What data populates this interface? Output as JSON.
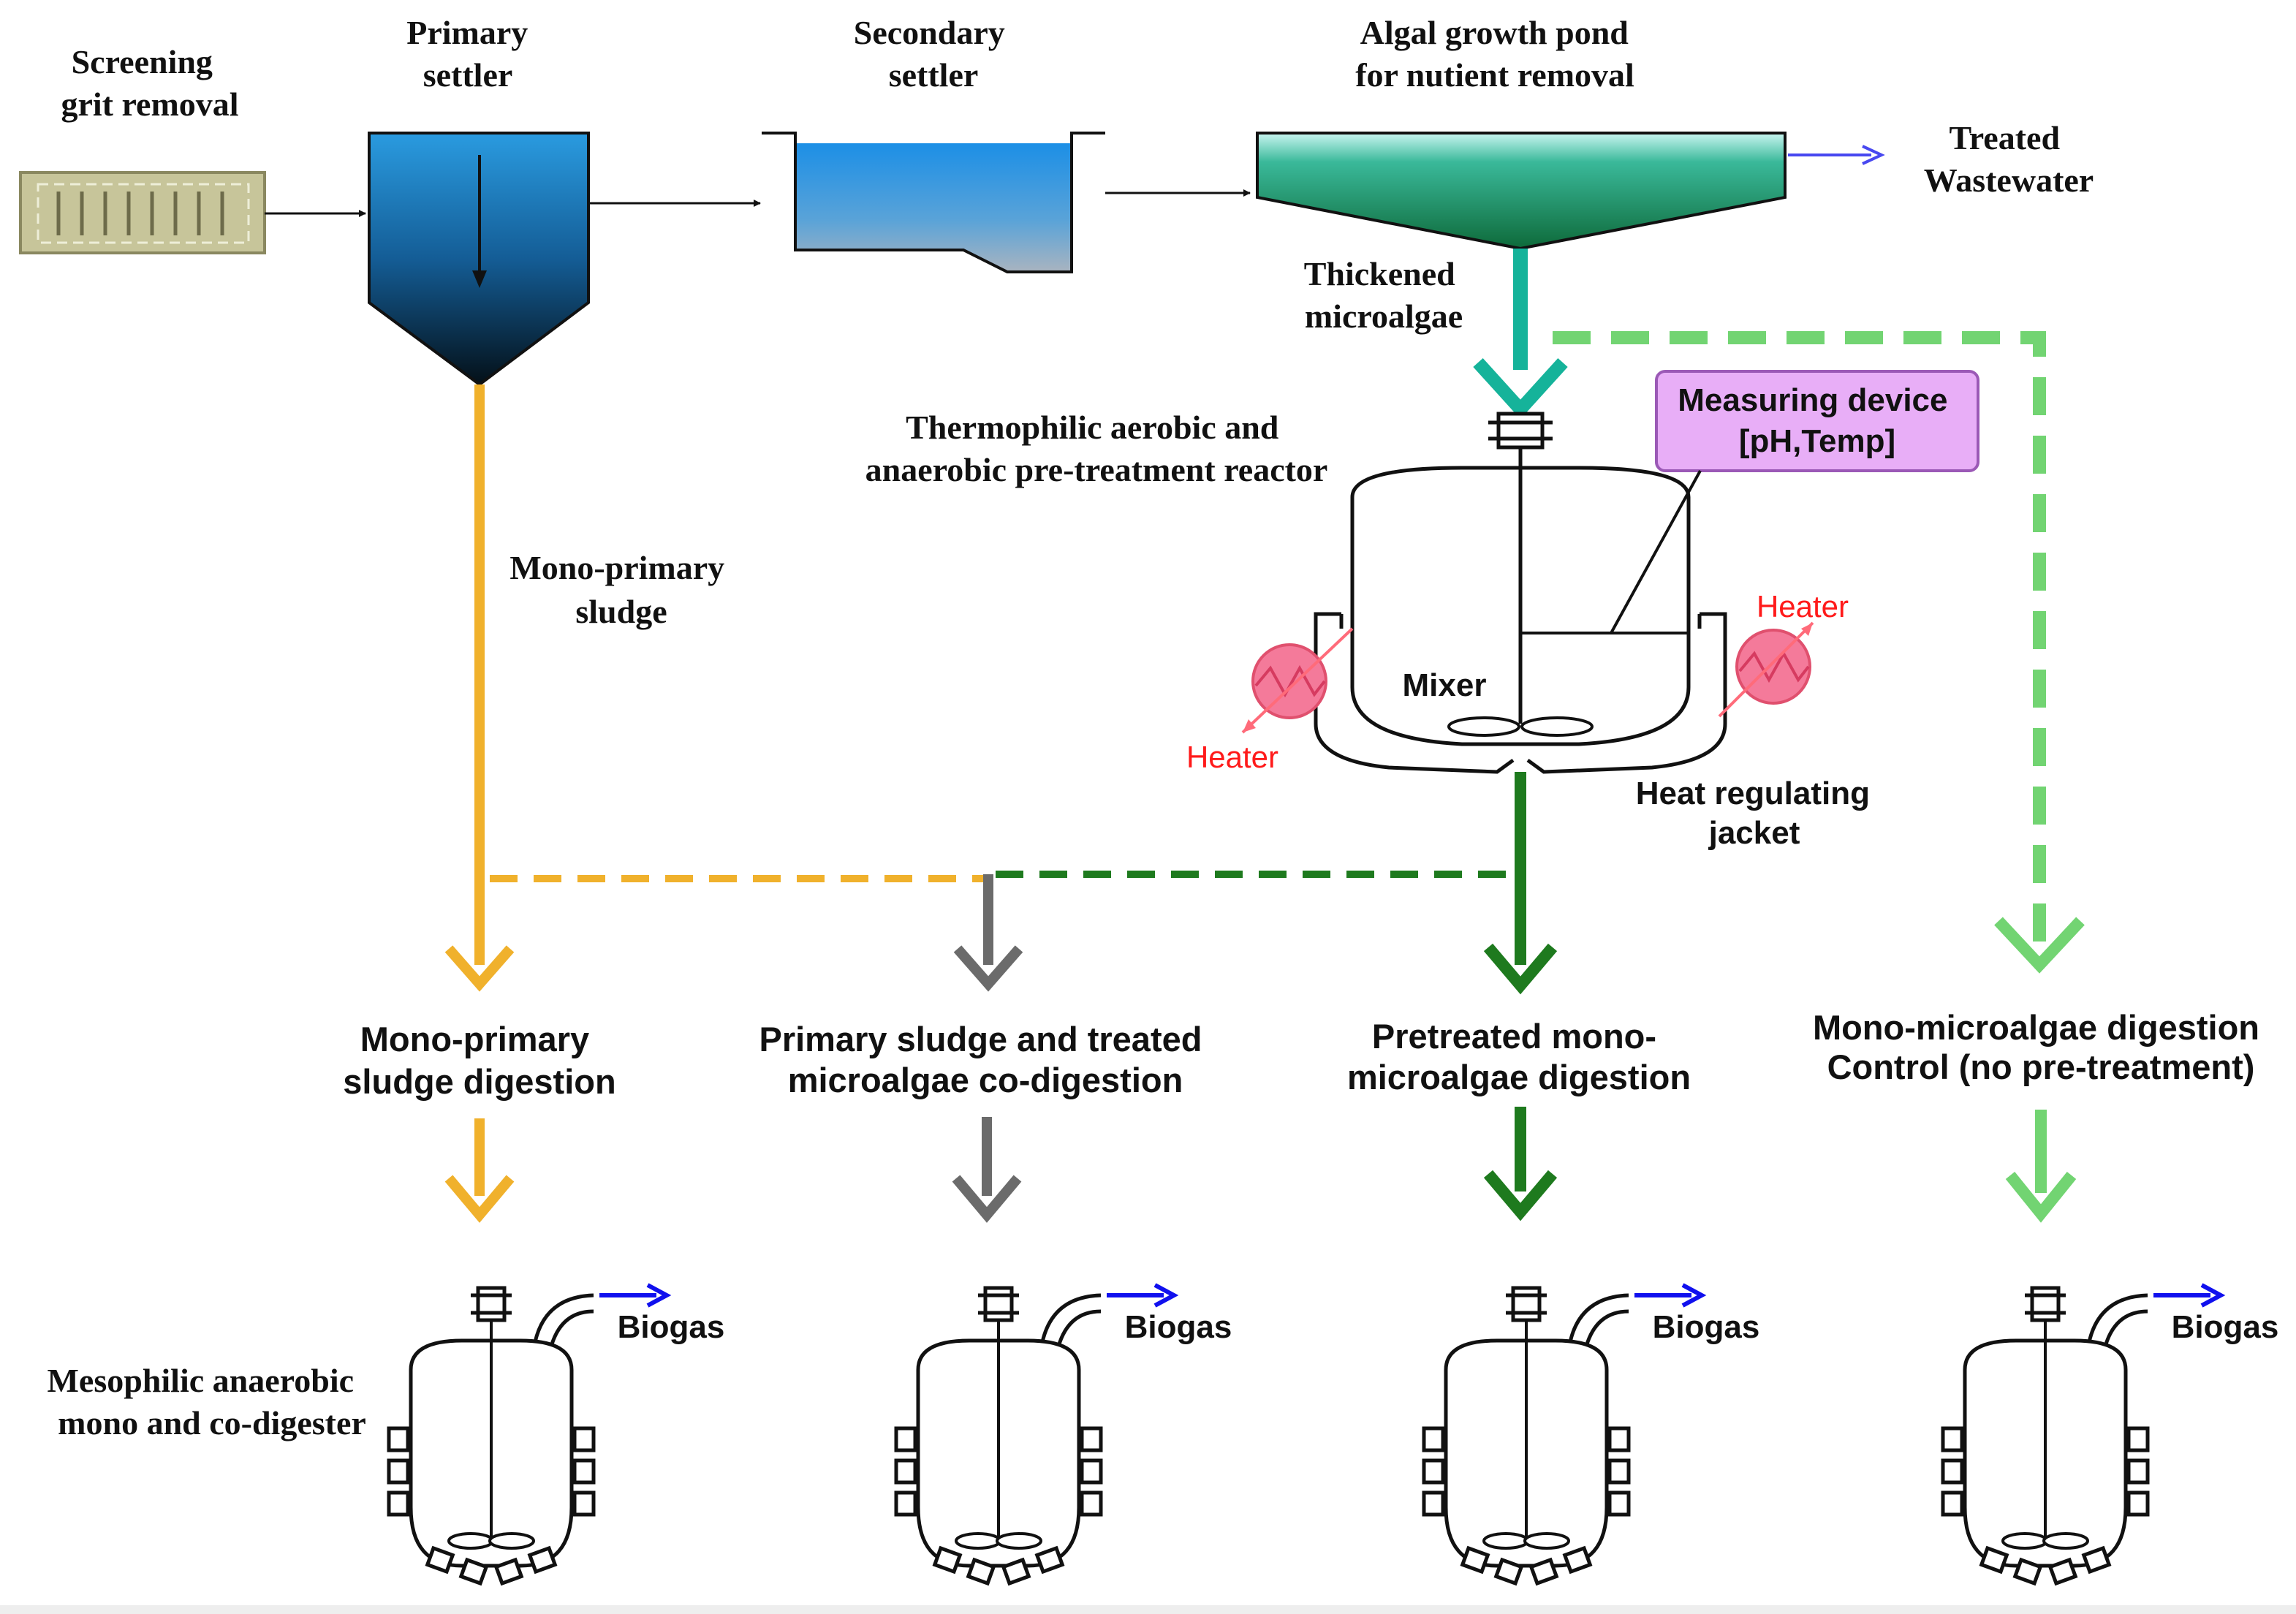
{
  "labels": {
    "screening": [
      "Screening",
      "grit removal"
    ],
    "primary_settler": [
      "Primary",
      "settler"
    ],
    "secondary_settler": [
      "Secondary",
      "settler"
    ],
    "algal_pond": [
      "Algal growth pond",
      "for nutient removal"
    ],
    "treated_wastewater": [
      "Treated",
      "Wastewater"
    ],
    "thickened_microalgae": [
      "Thickened",
      "microalgae"
    ],
    "measuring_device": [
      "Measuring device",
      "[pH,Temp]"
    ],
    "pretreatment_reactor": [
      "Thermophilic aerobic and",
      "anaerobic pre-treatment reactor"
    ],
    "mono_primary_sludge": [
      "Mono-primary",
      "sludge"
    ],
    "heater_left": "Heater",
    "heater_right": "Heater",
    "mixer": "Mixer",
    "heat_jacket": [
      "Heat regulating",
      "jacket"
    ],
    "digestion_1": [
      "Mono-primary",
      "sludge digestion"
    ],
    "digestion_2": [
      "Primary sludge and treated",
      "microalgae co-digestion"
    ],
    "digestion_3": [
      "Pretreated mono-",
      "microalgae digestion"
    ],
    "digestion_4": [
      "Mono-microalgae digestion",
      "Control (no pre-treatment)"
    ],
    "biogas": "Biogas",
    "mesophilic_digester": [
      "Mesophilic anaerobic",
      "mono and co-digester"
    ]
  },
  "colors": {
    "orange": "#f0b12c",
    "gray": "#6b6b6b",
    "dark_green": "#1e7a1e",
    "teal": "#15b39a",
    "light_green": "#72d472",
    "blue_arrow": "#1010ee",
    "heater_red": "#ff1a1a",
    "device_fill": "#e8aef7"
  }
}
